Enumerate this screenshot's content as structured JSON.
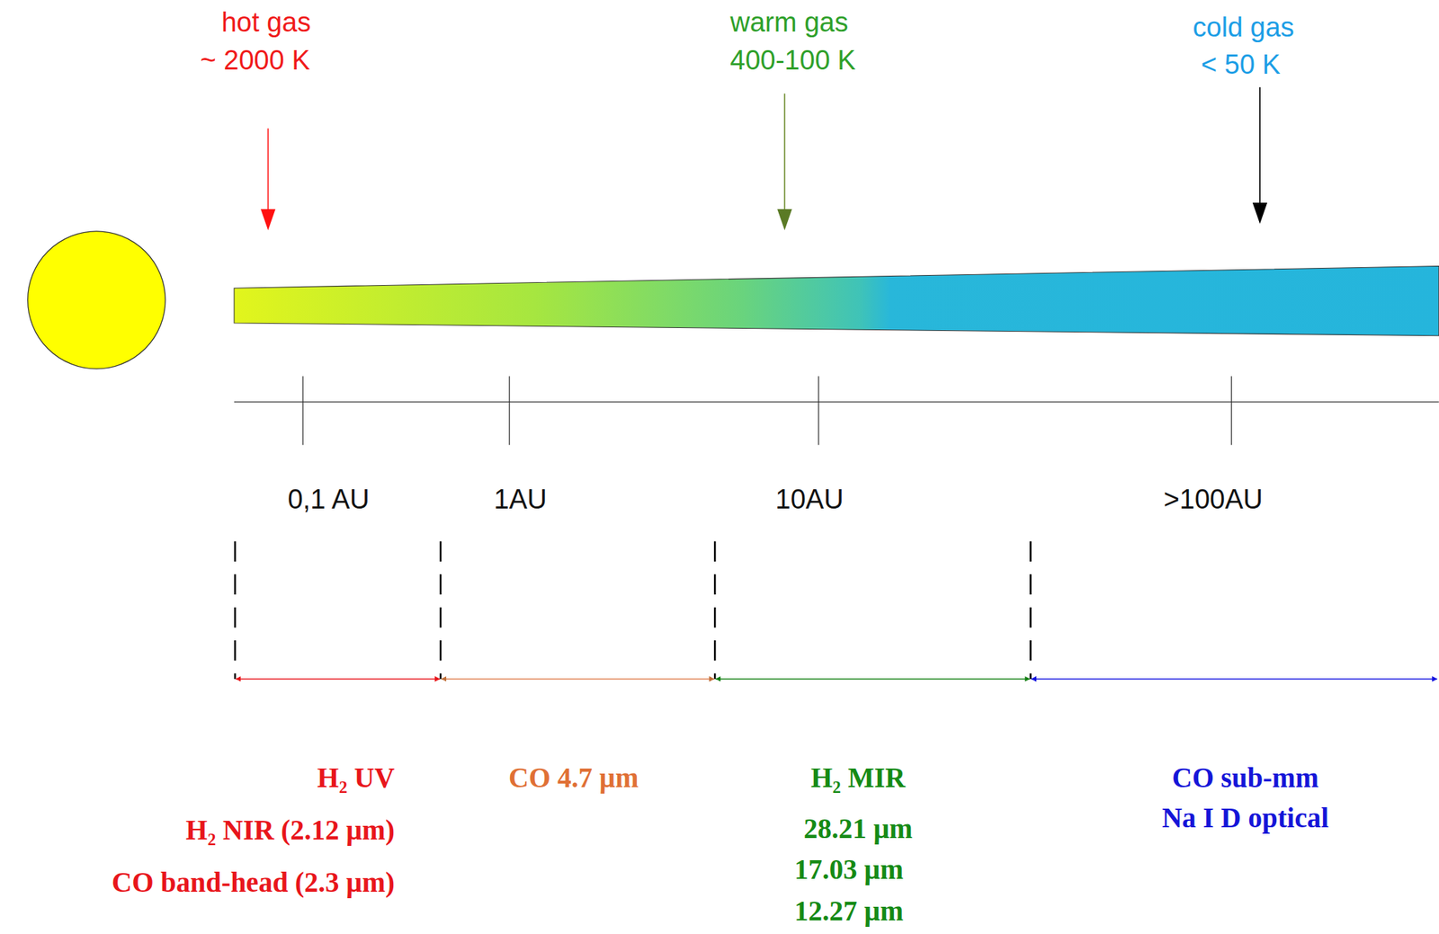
{
  "diagram": {
    "labels": [
      "hot gas",
      "~ 2000 K",
      "warm gas",
      "400-100 K",
      "cold gas",
      "< 50 K",
      "0,1 AU",
      "1AU",
      "10AU",
      ">100AU",
      "H₂ UV",
      "H₂ NIR (2.12 μm)",
      "CO band-head (2.3 μm)",
      "CO 4.7 μm",
      "H₂ MIR",
      "28.21 μm",
      "17.03 μm",
      "12.27 μm",
      "CO sub-mm",
      "Na I D optical"
    ]
  }
}
